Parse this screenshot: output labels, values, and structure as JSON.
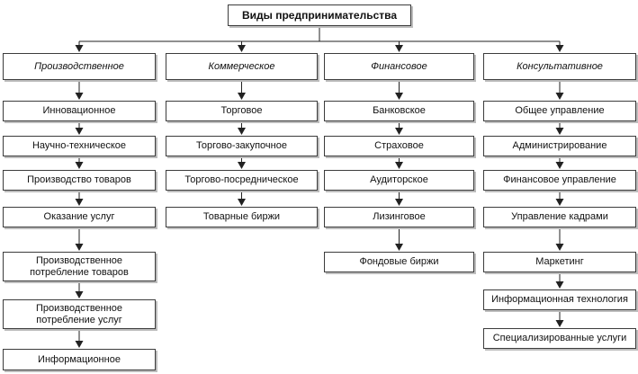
{
  "title": "Виды предпринимательства",
  "columns": [
    {
      "header": "Производственное",
      "items": [
        "Инновационное",
        "Научно-техническое",
        "Производство товаров",
        "Оказание услуг",
        "Производственное потребление товаров",
        "Производственное потребление услуг",
        "Информационное"
      ]
    },
    {
      "header": "Коммерческое",
      "items": [
        "Торговое",
        "Торгово-закупочное",
        "Торгово-посредническое",
        "Товарные биржи"
      ]
    },
    {
      "header": "Финансовое",
      "items": [
        "Банковское",
        "Страховое",
        "Аудиторское",
        "Лизинговое",
        "Фондовые биржи"
      ]
    },
    {
      "header": "Консультативное",
      "items": [
        "Общее управление",
        "Администрирование",
        "Финансовое управление",
        "Управление кадрами",
        "Маркетинг",
        "Информационная технология",
        "Специализированные услуги"
      ]
    }
  ],
  "colors": {
    "background": "#ffffff",
    "box_fill": "#ffffff",
    "box_border": "#3c3c3c",
    "box_shadow": "#bdbdbd",
    "connector_line": "#222222",
    "text": "#111111"
  }
}
